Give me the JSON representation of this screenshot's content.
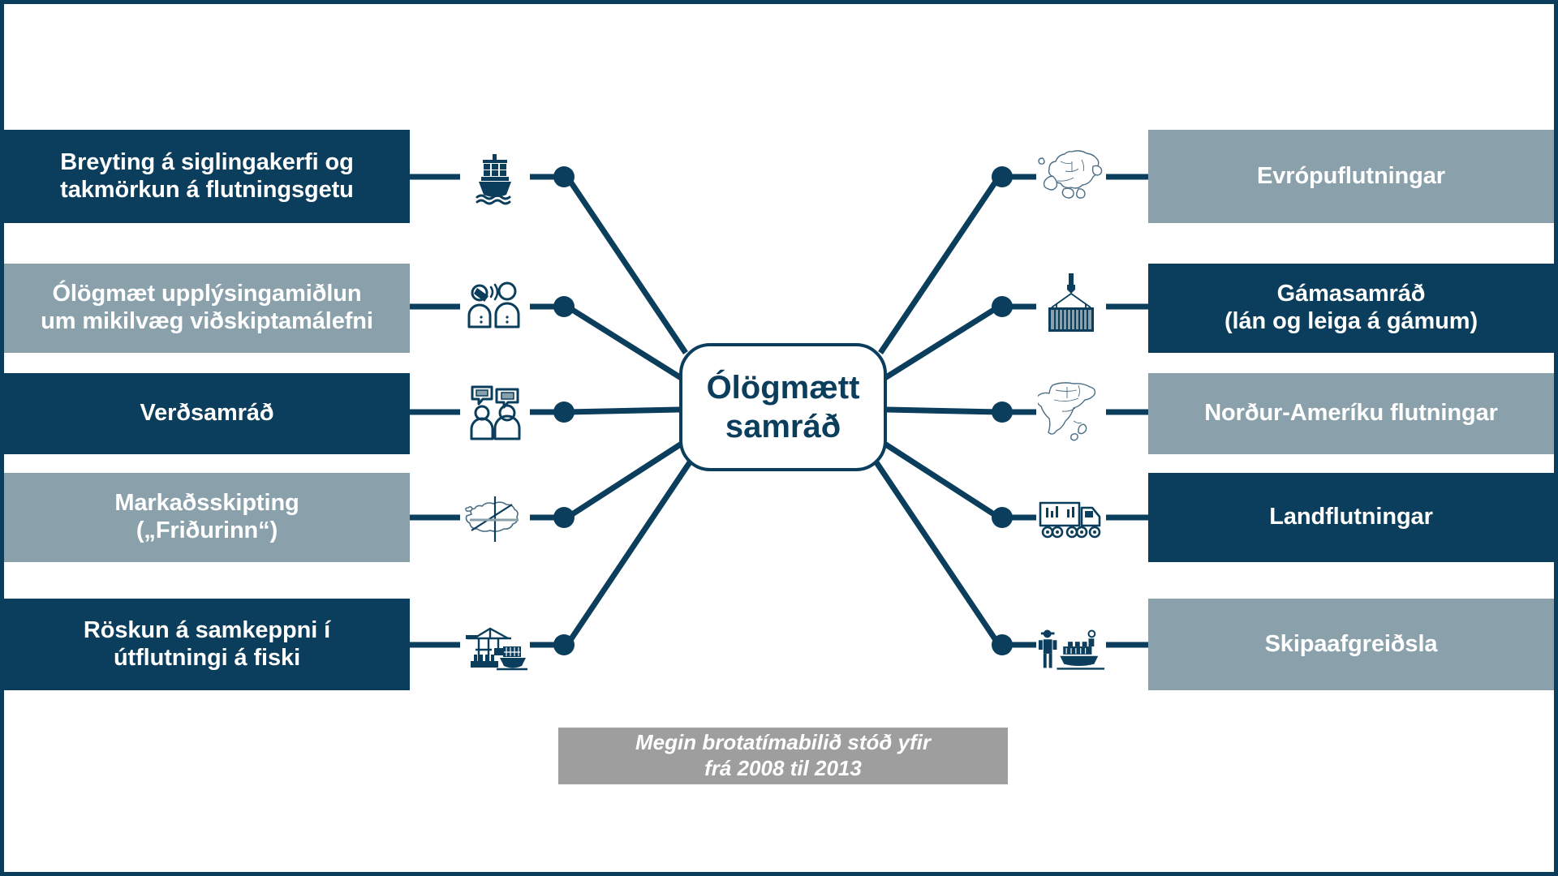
{
  "diagram": {
    "center": {
      "label_line1": "Ólögmætt",
      "label_line2": "samráð",
      "text_color": "#0b3d5c",
      "border_color": "#0b3d5c"
    },
    "caption": {
      "line1": "Megin brotatímabilið stóð yfir",
      "line2": "frá 2008 til 2013",
      "background": "#9e9e9e",
      "text_color": "#ffffff"
    },
    "colors": {
      "dark": "#0b3d5c",
      "light": "#8aa1ab",
      "line": "#0b3d5c",
      "page_border": "#0b3d5c",
      "background": "#ffffff"
    },
    "left_branches": [
      {
        "label_line1": "Breyting á siglingakerfi og",
        "label_line2": "takmörkun á flutningsgetu",
        "fill": "dark",
        "icon": "container-ship-icon"
      },
      {
        "label_line1": "Ólögmæt upplýsingamiðlun",
        "label_line2": "um mikilvæg viðskiptamálefni",
        "fill": "light",
        "icon": "whispering-people-icon"
      },
      {
        "label_line1": "Verðsamráð",
        "label_line2": "",
        "fill": "dark",
        "icon": "people-price-talk-icon"
      },
      {
        "label_line1": "Markaðsskipting",
        "label_line2": "(„Friðurinn“)",
        "fill": "light",
        "icon": "iceland-map-split-icon"
      },
      {
        "label_line1": "Röskun á samkeppni í",
        "label_line2": "útflutningi á fiski",
        "fill": "dark",
        "icon": "port-crane-icon"
      }
    ],
    "right_branches": [
      {
        "label_line1": "Evrópuflutningar",
        "label_line2": "",
        "fill": "light",
        "icon": "europe-map-icon"
      },
      {
        "label_line1": "Gámasamráð",
        "label_line2": "(lán og leiga á gámum)",
        "fill": "dark",
        "icon": "shipping-container-icon"
      },
      {
        "label_line1": "Norður-Ameríku flutningar",
        "label_line2": "",
        "fill": "light",
        "icon": "north-america-map-icon"
      },
      {
        "label_line1": "Landflutningar",
        "label_line2": "",
        "fill": "dark",
        "icon": "truck-icon"
      },
      {
        "label_line1": "Skipaafgreiðsla",
        "label_line2": "",
        "fill": "light",
        "icon": "ship-handling-icon"
      }
    ]
  }
}
